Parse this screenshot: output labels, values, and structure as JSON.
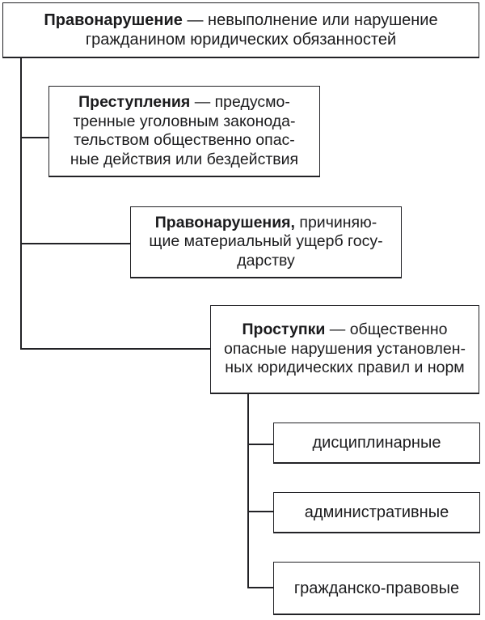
{
  "colors": {
    "ink": "#1b1b1d",
    "paper": "#ffffff"
  },
  "diagram": {
    "root": {
      "bold": "Правонарушение",
      "rest": " — невыполнение или нарушение",
      "line2": "гражданином юридических обязанностей"
    },
    "branches": [
      {
        "bold": "Преступления",
        "rest": " — предусмо-",
        "line2": "тренные уголовным законода-",
        "line3": "тельством общественно опас-",
        "line4": "ные действия или бездействия"
      },
      {
        "bold": "Правонарушения,",
        "rest": " причиняю-",
        "line2": "щие материальный ущерб госу-",
        "line3": "дарству"
      },
      {
        "bold": "Проступки",
        "rest": " — общественно",
        "line2": "опасные нарушения установлен-",
        "line3": "ных юридических правил и норм"
      }
    ],
    "leaves": [
      {
        "label": "дисциплинарные"
      },
      {
        "label": "административные"
      },
      {
        "label": "гражданско-правовые"
      }
    ]
  }
}
